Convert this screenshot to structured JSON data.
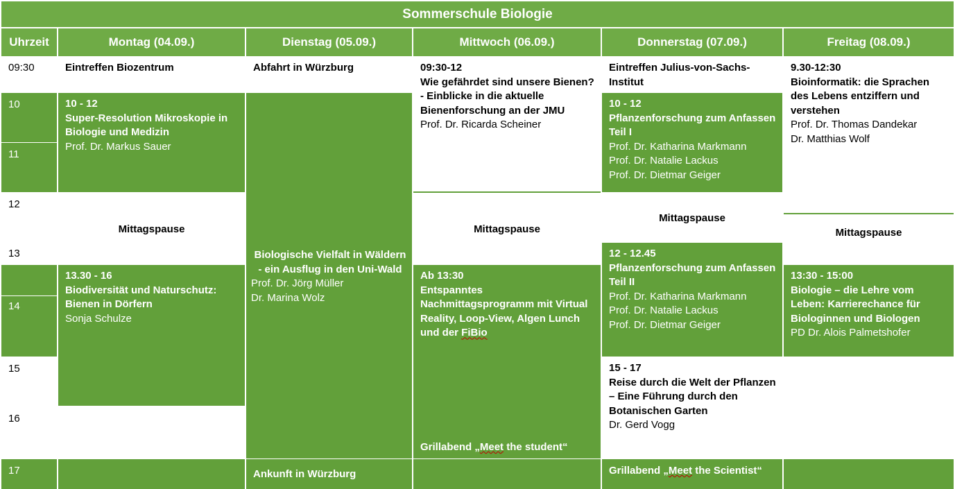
{
  "title": "Sommerschule Biologie",
  "headers": {
    "time": "Uhrzeit",
    "mon": "Montag (04.09.)",
    "tue": "Dienstag (05.09.)",
    "wed": "Mittwoch (06.09.)",
    "thu": "Donnerstag (07.09.)",
    "fri": "Freitag (08.09.)"
  },
  "times": [
    "09:30",
    "10",
    "11",
    "12",
    "13",
    "14",
    "15",
    "16",
    "17"
  ],
  "monday": {
    "arrival": "Eintreffen Biozentrum",
    "morning": {
      "time": "10 - 12",
      "title": "Super-Resolution Mikroskopie in Biologie und Medizin",
      "speaker": "Prof. Dr. Markus Sauer"
    },
    "lunch": "Mittagspause",
    "afternoon": {
      "time": "13.30 - 16",
      "title": "Biodiversität und Naturschutz: Bienen in Dörfern",
      "speaker": "Sonja Schulze"
    }
  },
  "tuesday": {
    "departure": "Abfahrt in Würzburg",
    "trip": {
      "title": "Biologische Vielfalt in Wäldern - ein Ausflug in den Uni-Wald",
      "speaker1": "Prof. Dr. Jörg Müller",
      "speaker2": "Dr. Marina Wolz"
    },
    "return": "Ankunft in Würzburg"
  },
  "wednesday": {
    "morning": {
      "time": "09:30-12",
      "title": "Wie gefährdet sind unsere Bienen?- Einblicke in die aktuelle Bienenforschung an der JMU",
      "speaker": "Prof. Dr. Ricarda Scheiner"
    },
    "lunch": "Mittagspause",
    "afternoon": {
      "time": "Ab 13:30",
      "title_line1": "Entspanntes",
      "title_line2": "Nachmittagsprogramm mit Virtual",
      "title_line3": "Reality, Loop-View, Algen Lunch",
      "title_line4_pre": "und der ",
      "title_line4_word": "FiBio"
    },
    "bbq_pre": "Grillabend „",
    "bbq_word": "Meet",
    "bbq_post": " the student“"
  },
  "thursday": {
    "arrival": "Eintreffen Julius-von-Sachs-Institut",
    "part1": {
      "time": "10 - 12",
      "title": "Pflanzenforschung zum Anfassen Teil I",
      "speaker1": "Prof. Dr. Katharina Markmann",
      "speaker2": "Prof. Dr. Natalie Lackus",
      "speaker3": "Prof. Dr. Dietmar Geiger"
    },
    "lunch": "Mittagspause",
    "part2": {
      "time": "12 - 12.45",
      "title": "Pflanzenforschung zum Anfassen Teil II",
      "speaker1": "Prof. Dr. Katharina Markmann",
      "speaker2": "Prof. Dr. Natalie Lackus",
      "speaker3": "Prof. Dr. Dietmar Geiger"
    },
    "tour": {
      "time": "15 - 17",
      "title": "Reise durch die Welt der Pflanzen – Eine Führung durch den Botanischen Garten",
      "speaker": "Dr. Gerd Vogg"
    },
    "bbq_pre": "Grillabend „",
    "bbq_word": "Meet",
    "bbq_post": " the Scientist“"
  },
  "friday": {
    "morning": {
      "time": "9.30-12:30",
      "title": "Bioinformatik: die Sprachen des Lebens entziffern und verstehen",
      "speaker1": "Prof. Dr. Thomas Dandekar",
      "speaker2": "Dr. Matthias Wolf"
    },
    "lunch": "Mittagspause",
    "afternoon": {
      "time": "13:30 - 15:00",
      "title": "Biologie – die Lehre vom Leben: Karrierechance für Biologinnen und Biologen",
      "speaker": "PD Dr. Alois Palmetshofer"
    }
  },
  "colors": {
    "green": "#62a03a",
    "header_green": "#6fab46",
    "text": "#000000",
    "white": "#ffffff",
    "spellcheck": "#c00000"
  }
}
